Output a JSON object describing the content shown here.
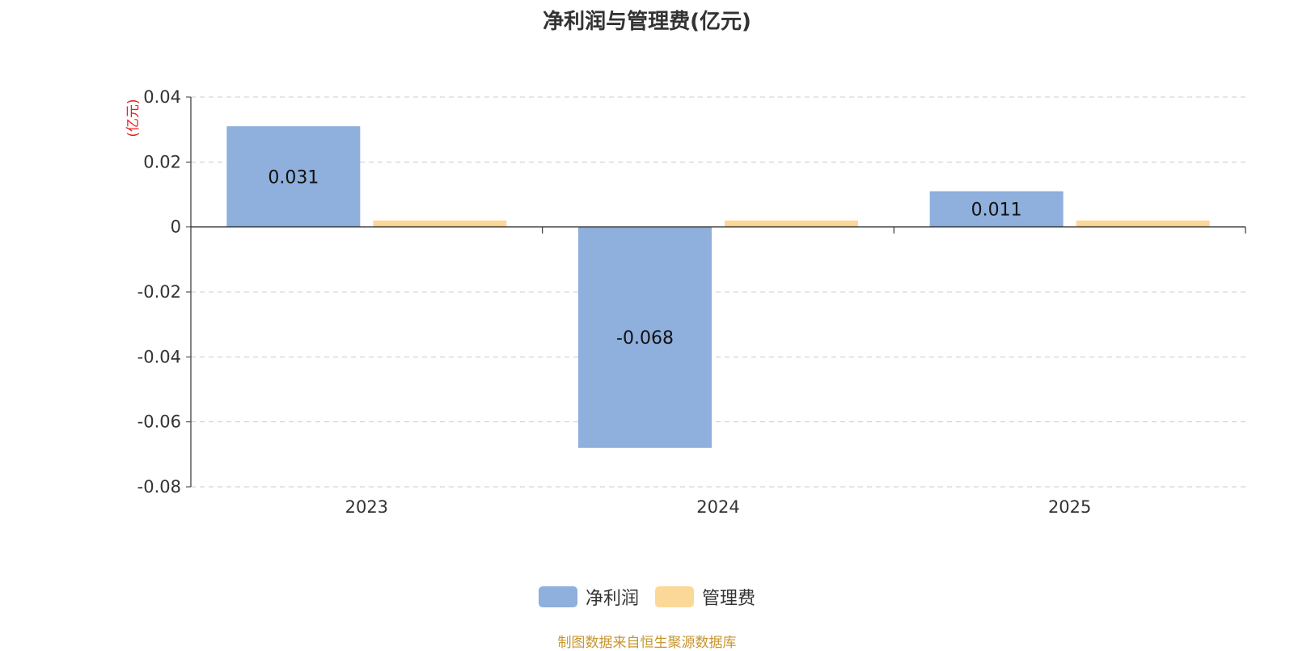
{
  "chart_data": {
    "type": "bar",
    "title": "净利润与管理费(亿元)",
    "ylabel": "(亿元)",
    "xlabel": "",
    "categories": [
      "2023",
      "2024",
      "2025"
    ],
    "series": [
      {
        "name": "净利润",
        "values": [
          0.031,
          -0.068,
          0.011
        ],
        "color": "#8fafdc",
        "labels": [
          "0.031",
          "-0.068",
          "0.011"
        ]
      },
      {
        "name": "管理费",
        "values": [
          0.002,
          0.002,
          0.002
        ],
        "color": "#fcd898"
      }
    ],
    "ylim": [
      -0.08,
      0.04
    ],
    "yticks": [
      0.04,
      0.02,
      0,
      -0.02,
      -0.04,
      -0.06,
      -0.08
    ],
    "ytick_labels": [
      "0.04",
      "0.02",
      "0",
      "-0.02",
      "-0.04",
      "-0.06",
      "-0.08"
    ],
    "grid": true,
    "legend_position": "bottom-center"
  },
  "footer": {
    "source": "制图数据来自恒生聚源数据库"
  }
}
